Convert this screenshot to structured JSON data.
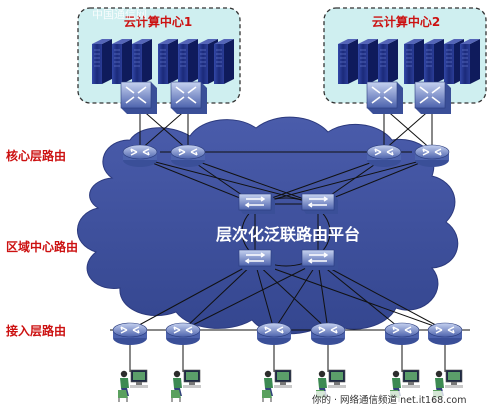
{
  "datacenters": [
    {
      "label": "云计算中心1"
    },
    {
      "label": "云计算中心2"
    }
  ],
  "layers": {
    "core": "核心层路由",
    "regional": "区域中心路由",
    "access": "接入层路由"
  },
  "cloud_label": "层次化泛联路由平台",
  "watermark": {
    "top_left": "中国通信网",
    "bottom_right": "你的 · 网络通信频道  net.it168.com"
  },
  "colors": {
    "cloud": "#3d4f9e",
    "dc_bg": "#cfeff0",
    "dc_border": "#333333",
    "server": "#1e2f8a",
    "device": "#6f86c8",
    "label_red": "#cc1111"
  },
  "icons": {
    "server": "server-rack-icon",
    "switch": "switch-icon",
    "router": "router-icon",
    "terminal": "user-terminal-icon"
  }
}
